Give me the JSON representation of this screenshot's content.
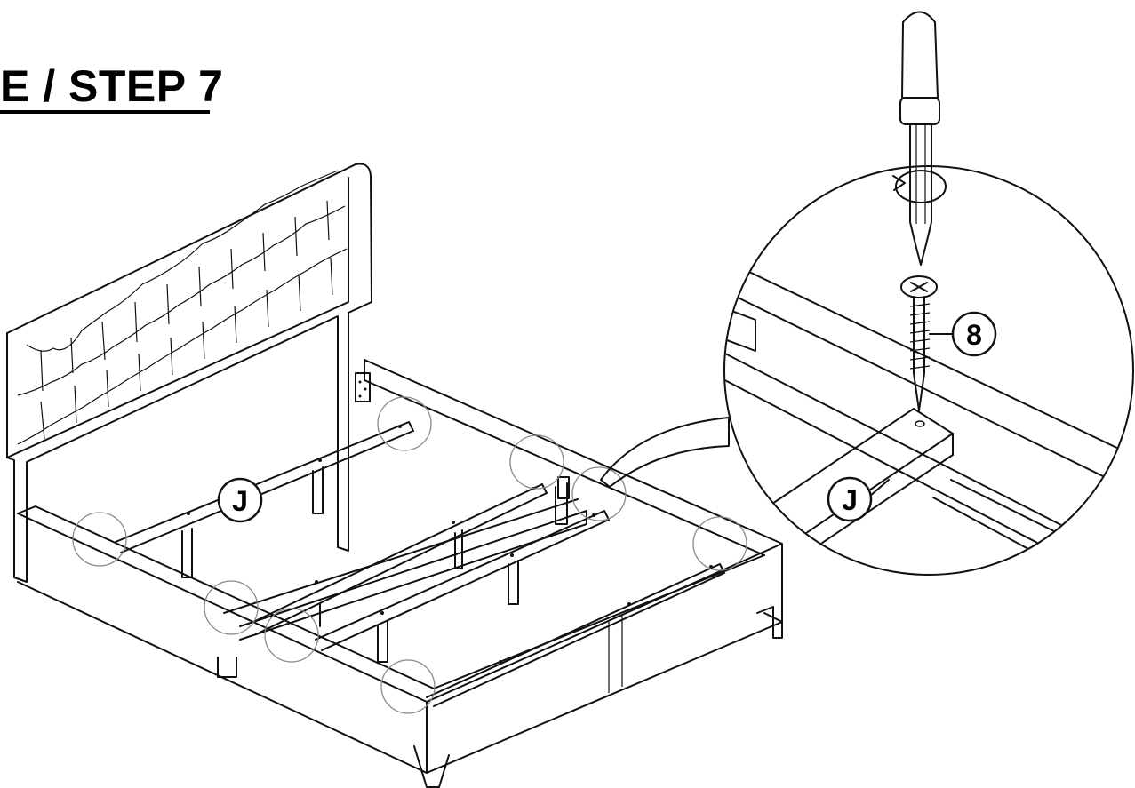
{
  "title": "E / STEP 7",
  "labels": {
    "part_j_main": "J",
    "part_j_detail": "J",
    "hardware_8": "8"
  },
  "colors": {
    "line": "#111111",
    "callout_circle": "#8a8a8a",
    "background": "#ffffff"
  },
  "icons": [
    "screwdriver-icon",
    "rotate-arrow-icon",
    "screw-icon"
  ]
}
